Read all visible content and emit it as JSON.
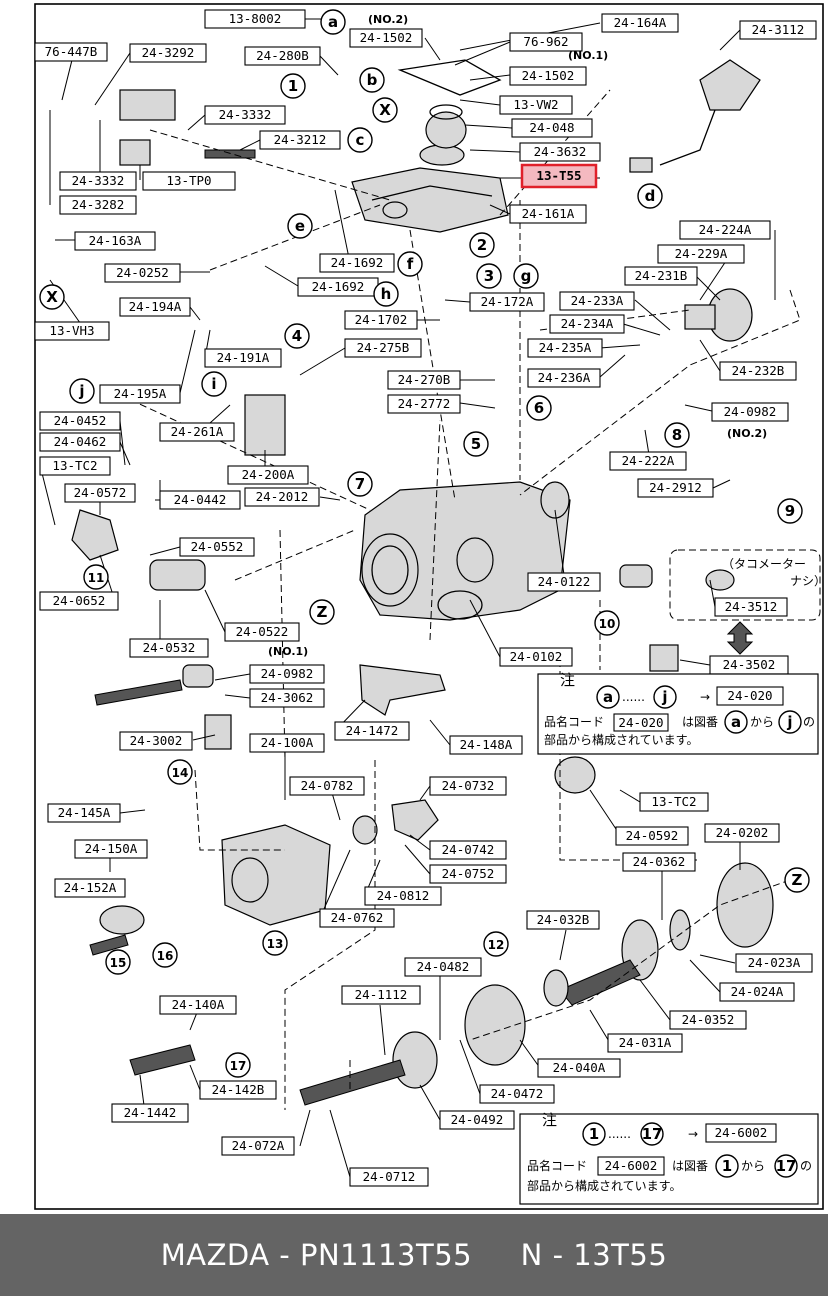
{
  "footer": {
    "caption": "MAZDA - PN1113T55     N - 13T55"
  },
  "highlight_color": "#e0202a",
  "diagram": {
    "part_labels": [
      "13-8002",
      "24-1502",
      "24-164A",
      "24-3112",
      "76-447B",
      "24-3292",
      "24-280B",
      "76-962",
      "24-1502",
      "24-3332",
      "13-VW2",
      "24-048",
      "24-3212",
      "24-3632",
      "13-T55",
      "24-3332",
      "13-TP0",
      "24-161A",
      "24-3282",
      "24-163A",
      "24-224A",
      "24-229A",
      "24-0252",
      "24-1692",
      "24-231B",
      "24-1692",
      "24-233A",
      "24-194A",
      "24-172A",
      "24-234A",
      "24-1702",
      "24-235A",
      "13-VH3",
      "24-275B",
      "24-236A",
      "24-232B",
      "24-191A",
      "24-270B",
      "24-195A",
      "24-2772",
      "24-0982",
      "24-261A",
      "24-0452",
      "24-222A",
      "24-0462",
      "13-TC2",
      "24-200A",
      "24-2912",
      "24-0572",
      "24-0442",
      "24-2012",
      "24-0552",
      "24-0122",
      "24-3512",
      "24-0652",
      "24-0532",
      "24-0522",
      "24-0102",
      "24-3502",
      "24-0982",
      "24-020",
      "24-3062",
      "24-020",
      "24-1472",
      "24-3002",
      "24-100A",
      "24-148A",
      "24-0782",
      "24-0732",
      "24-145A",
      "13-TC2",
      "24-150A",
      "24-0742",
      "24-0592",
      "24-0202",
      "24-152A",
      "24-0752",
      "24-0362",
      "24-0812",
      "24-0762",
      "24-032B",
      "24-023A",
      "24-0482",
      "24-024A",
      "24-140A",
      "24-1112",
      "24-0352",
      "24-031A",
      "24-040A",
      "24-142B",
      "24-0472",
      "24-1442",
      "24-0492",
      "24-6002",
      "24-072A",
      "24-6002",
      "24-0712"
    ],
    "callouts": [
      "a",
      "b",
      "c",
      "d",
      "e",
      "f",
      "g",
      "h",
      "i",
      "j",
      "X",
      "X",
      "Z",
      "Z",
      "1",
      "2",
      "3",
      "4",
      "5",
      "6",
      "7",
      "8",
      "9",
      "10",
      "11",
      "12",
      "13",
      "14",
      "15",
      "16",
      "17"
    ],
    "variant_notes": [
      "(NO.2)",
      "(NO.1)",
      "(NO.2)",
      "(NO.1)"
    ],
    "note_a": {
      "mark": "注",
      "from": "a",
      "to": "j",
      "arrow": "→",
      "code_prefix": "品名コード",
      "code": "24-020",
      "mid": "は図番",
      "range_from": "a",
      "kara": "から",
      "range_to": "j",
      "tail": "の",
      "line2": "部品から構成されています。"
    },
    "note_b": {
      "mark": "注",
      "from": "1",
      "to": "17",
      "arrow": "→",
      "code_prefix": "品名コード",
      "code": "24-6002",
      "mid": "は図番",
      "range_from": "1",
      "kara": "から",
      "range_to": "17",
      "tail": "の",
      "line2": "部品から構成されています。"
    },
    "tachometer_note": {
      "line1": "（タコメーター",
      "line2": "ナシ）"
    }
  }
}
